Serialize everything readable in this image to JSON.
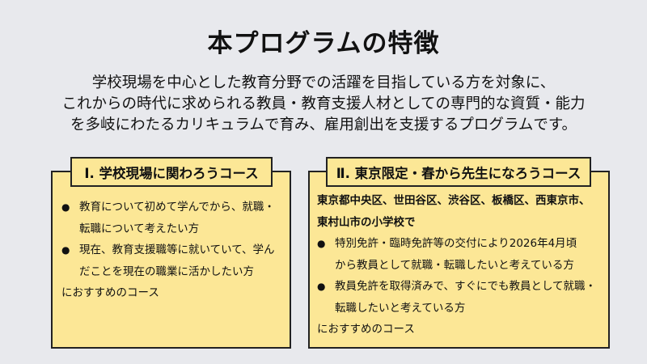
{
  "title": "本プログラムの特徴",
  "intro": [
    "学校現場を中心とした教育分野での活躍を目指している方を対象に、",
    "これからの時代に求められる教員・教育支援人材としての専門的な資質・能力",
    "を多岐にわたるカリキュラムで育み、雇用創出を支援するプログラムです。"
  ],
  "course1": {
    "heading": "Ⅰ. 学校現場に関わろうコース",
    "bullets": [
      [
        "教育について初めて学んでから、就職・",
        "転職について考えたい方"
      ],
      [
        "現在、教育支援職等に就いていて、学ん",
        "だことを現在の職業に活かしたい方"
      ]
    ],
    "footer": "におすすめのコース"
  },
  "course2": {
    "heading": "Ⅱ. 東京限定・春から先生になろうコース",
    "lead": [
      "東京都中央区、世田谷区、渋谷区、板橋区、西東京市、",
      "東村山市の小学校で"
    ],
    "bullets": [
      [
        "特別免許・臨時免許等の交付により2026年4月頃",
        "から教員として就職・転職したいと考えている方"
      ],
      [
        "教員免許を取得済みで、すぐにでも教員として就職・",
        "転職したいと考えている方"
      ]
    ],
    "footer": "におすすめのコース"
  },
  "bullet_glyph": "●"
}
